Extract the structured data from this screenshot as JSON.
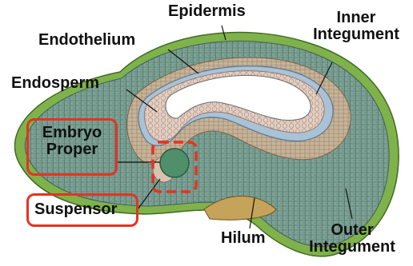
{
  "labels": {
    "epidermis": "Epidermis",
    "endothelium": "Endothelium",
    "inner_integument": [
      "Inner",
      "Integument"
    ],
    "endosperm": "Endosperm",
    "embryo_proper": [
      "Embryo",
      "Proper"
    ],
    "suspensor": "Suspensor",
    "hilum": "Hilum",
    "outer_integument": [
      "Outer",
      "Integument"
    ]
  },
  "colors": {
    "epidermis": "#7fb24a",
    "outer_integument": "#6f9a88",
    "inner_integument": "#c9b79a",
    "endothelium": "#a9c2d6",
    "endosperm": "#e3cfc2",
    "embryo": "#4f8f6a",
    "hilum": "#c6a35a",
    "highlight": "#e53322"
  }
}
